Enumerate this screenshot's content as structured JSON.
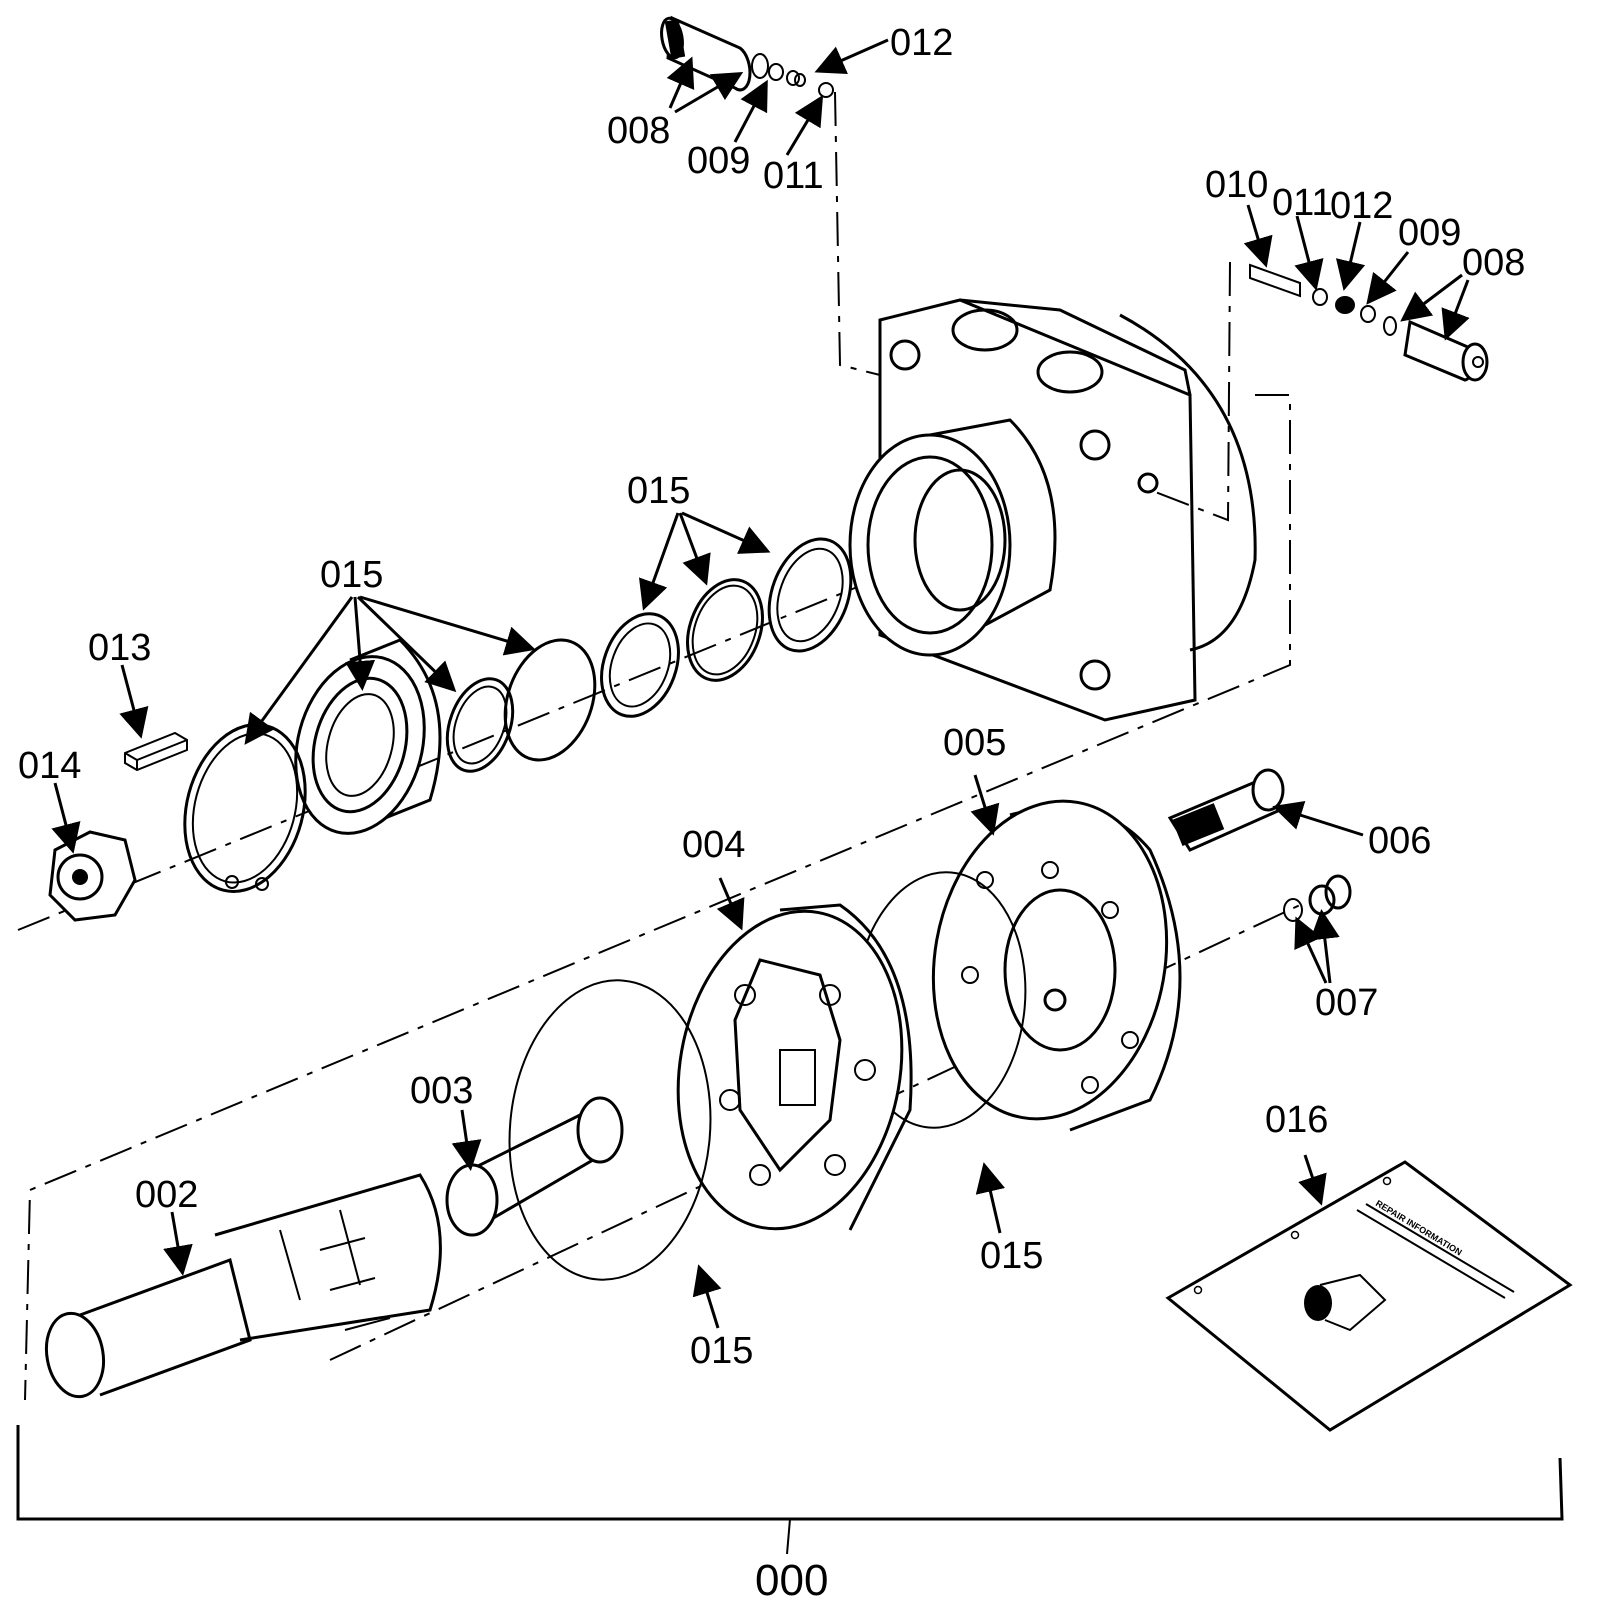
{
  "diagram": {
    "type": "exploded-parts-view",
    "assembly_label": "000",
    "callouts": [
      {
        "id": "c-008-top",
        "text": "008",
        "part": "plug / o-ring (top valve)"
      },
      {
        "id": "c-009-top",
        "text": "009",
        "part": "seat (top valve)"
      },
      {
        "id": "c-011-top",
        "text": "011",
        "part": "spring (top valve)"
      },
      {
        "id": "c-012-top",
        "text": "012",
        "part": "ball (top valve)"
      },
      {
        "id": "c-010-right",
        "text": "010",
        "part": "valve spool (right valve)"
      },
      {
        "id": "c-011-right",
        "text": "011",
        "part": "ring (right valve)"
      },
      {
        "id": "c-012-right",
        "text": "012",
        "part": "spring (right valve)"
      },
      {
        "id": "c-009-right",
        "text": "009",
        "part": "seat (right valve)"
      },
      {
        "id": "c-008-right",
        "text": "008",
        "part": "plug / o-ring (right valve)"
      },
      {
        "id": "c-015-a",
        "text": "015",
        "part": "seal kit rings (upper)"
      },
      {
        "id": "c-015-b",
        "text": "015",
        "part": "seal kit rings (left)"
      },
      {
        "id": "c-013",
        "text": "013",
        "part": "key"
      },
      {
        "id": "c-014",
        "text": "014",
        "part": "castle nut"
      },
      {
        "id": "c-005",
        "text": "005",
        "part": "end cover"
      },
      {
        "id": "c-006",
        "text": "006",
        "part": "bolt"
      },
      {
        "id": "c-004",
        "text": "004",
        "part": "gerotor set"
      },
      {
        "id": "c-007",
        "text": "007",
        "part": "plug and washer"
      },
      {
        "id": "c-003",
        "text": "003",
        "part": "drive link"
      },
      {
        "id": "c-002",
        "text": "002",
        "part": "output shaft"
      },
      {
        "id": "c-015-c",
        "text": "015",
        "part": "o-ring (end cover)"
      },
      {
        "id": "c-015-d",
        "text": "015",
        "part": "o-ring (gerotor)"
      },
      {
        "id": "c-016",
        "text": "016",
        "part": "repair information booklet"
      }
    ],
    "booklet_title": "REPAIR INFORMATION"
  }
}
